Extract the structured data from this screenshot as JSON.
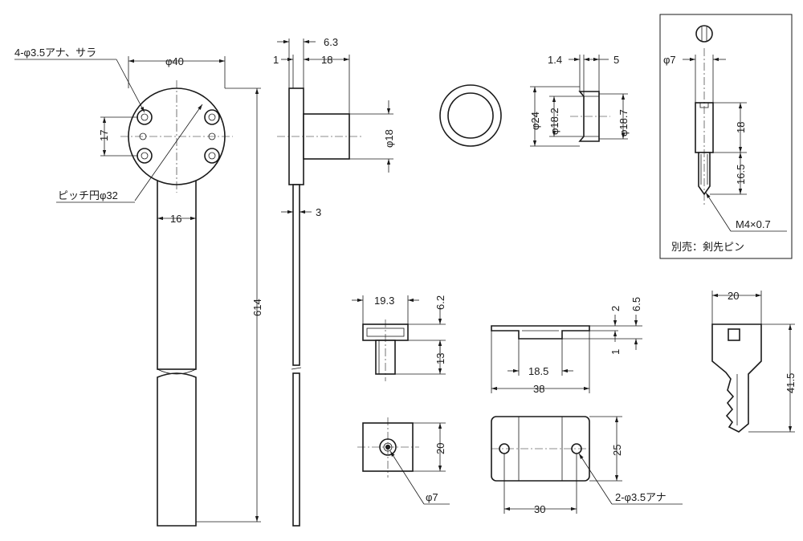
{
  "labels": {
    "holes_4": "4-φ3.5アナ、サラ",
    "dia40": "φ40",
    "dim17": "17",
    "pitch": "ピッチ円φ32",
    "dim16": "16",
    "dim614": "614",
    "dim6_3": "6.3",
    "dim1_top": "1",
    "dim18_top": "18",
    "dia18": "φ18",
    "dim3": "3",
    "dim1_4": "1.4",
    "dim5": "5",
    "dia24": "φ24",
    "dia18_2": "φ18.2",
    "dia18_7": "φ18.7",
    "dia7_pin": "φ7",
    "dim18_pin": "18",
    "dim16_5": "16.5",
    "thread": "M4×0.7",
    "sold_separately": "別売：剣先ピン",
    "dim19_3": "19.3",
    "dim6_2": "6.2",
    "dim13": "13",
    "dim2": "2",
    "dim6_5": "6.5",
    "dim1_plate": "1",
    "dim18_5": "18.5",
    "dim38": "38",
    "dim20_key": "20",
    "dim41_5": "41.5",
    "dim20_block": "20",
    "dia7_block": "φ7",
    "dim25": "25",
    "dim30": "30",
    "holes_2": "2-φ3.5アナ"
  }
}
